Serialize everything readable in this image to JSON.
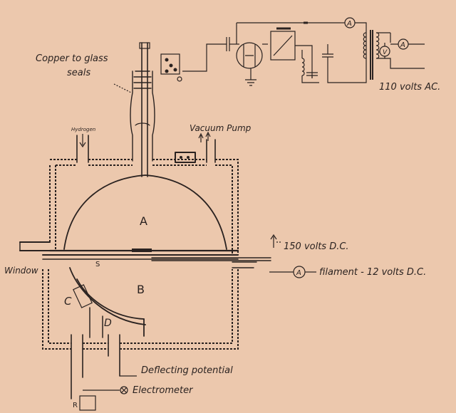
{
  "labels": {
    "copper_seals_line1": "Copper to glass",
    "copper_seals_line2": "seals",
    "hydrogen": "Hydrogen",
    "vacuum_pump": "Vacuum Pump",
    "chamber_a": "A",
    "chamber_b": "B",
    "part_c": "C",
    "part_d": "D",
    "part_s": "S",
    "window": "Window",
    "volts_150_dc": "150 volts D.C.",
    "filament": "filament - 12 volts D.C.",
    "volts_110_ac": "110 volts AC.",
    "deflecting_potential": "Deflecting potential",
    "electrometer": "Electrometer",
    "resistor_r": "R",
    "ammeter_symbol": "A",
    "voltmeter_symbol": "V"
  },
  "colors": {
    "paper": "#ecc8ad",
    "ink": "#2a2220"
  }
}
